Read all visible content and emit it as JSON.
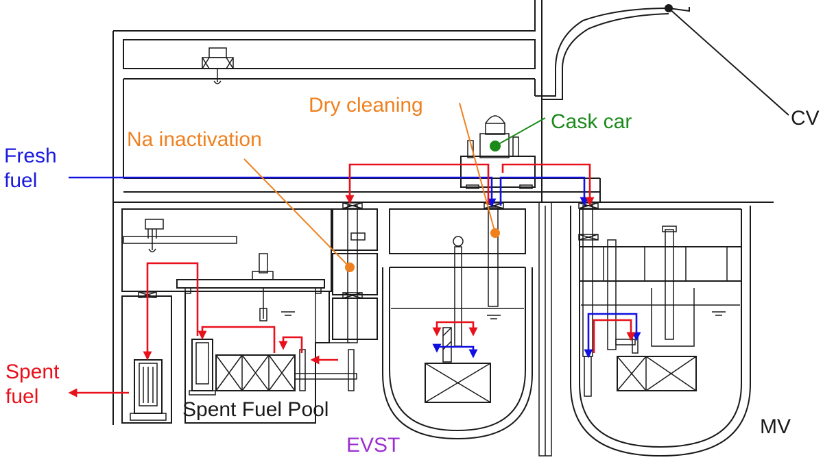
{
  "labels": {
    "fresh_fuel": [
      "Fresh",
      "fuel"
    ],
    "spent_fuel": [
      "Spent",
      "fuel"
    ],
    "na_inactivation": "Na inactivation",
    "dry_cleaning": "Dry cleaning",
    "cask_car": "Cask car",
    "cv": "CV",
    "mv": "MV",
    "evst": "EVST",
    "spent_fuel_pool": "Spent Fuel Pool"
  },
  "colors": {
    "fresh_fuel": "#1a1adf",
    "spent_fuel": "#e8101a",
    "process": "#f0801e",
    "cask_car": "#1a8a1a",
    "evst": "#9b30d0",
    "line": "#1a1a1a"
  }
}
